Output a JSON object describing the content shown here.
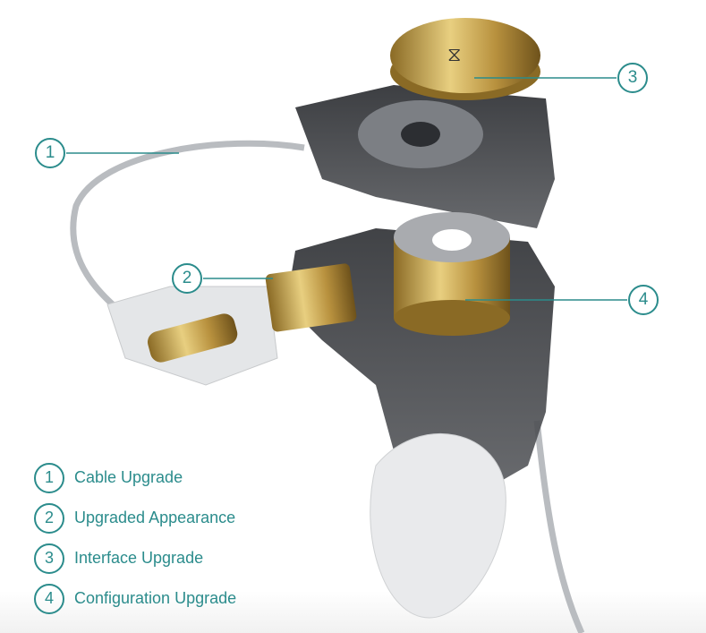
{
  "callouts": [
    "1",
    "2",
    "3",
    "4"
  ],
  "legend": [
    {
      "num": "1",
      "label": "Cable Upgrade"
    },
    {
      "num": "2",
      "label": "Upgraded Appearance"
    },
    {
      "num": "3",
      "label": "Interface Upgrade"
    },
    {
      "num": "4",
      "label": "Configuration Upgrade"
    }
  ],
  "colors": {
    "accent": "#2b8c8c",
    "gold": "#c9a44a",
    "shell": "#3a3c40"
  }
}
